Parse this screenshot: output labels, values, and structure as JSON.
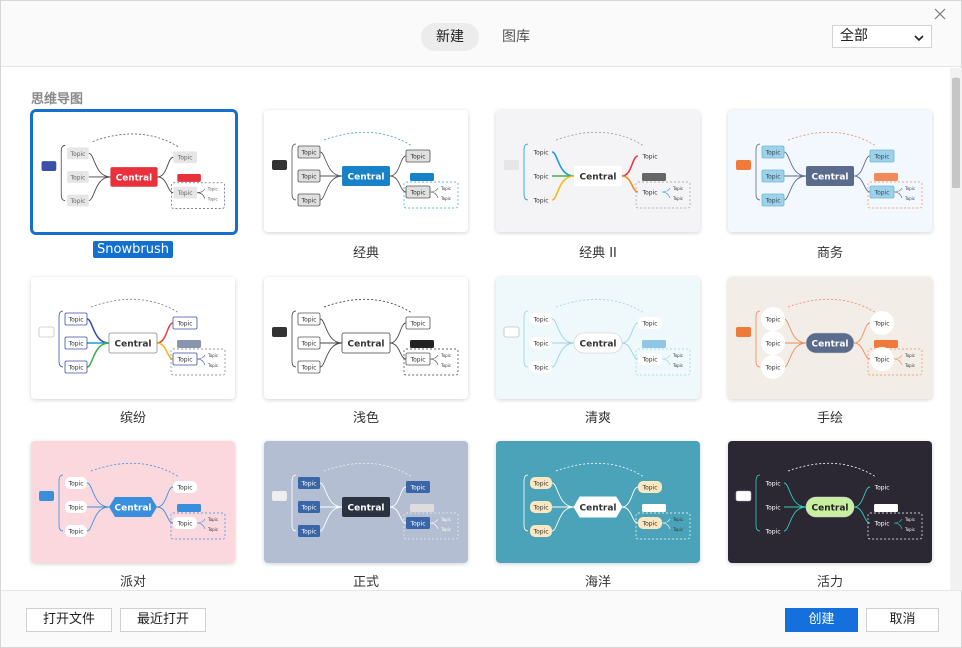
{
  "header": {
    "tabs": [
      {
        "label": "新建"
      },
      {
        "label": "图库"
      }
    ],
    "filter": {
      "selected": "全部"
    }
  },
  "section": {
    "title": "思维导图"
  },
  "templates": [
    {
      "label": "Snowbrush",
      "selected": true
    },
    {
      "label": "经典"
    },
    {
      "label": "经典 II"
    },
    {
      "label": "商务"
    },
    {
      "label": "缤纷"
    },
    {
      "label": "浅色"
    },
    {
      "label": "清爽"
    },
    {
      "label": "手绘"
    },
    {
      "label": "派对"
    },
    {
      "label": "正式"
    },
    {
      "label": "海洋"
    },
    {
      "label": "活力"
    }
  ],
  "thumbnail_text": {
    "central": "Central",
    "topic": "Topic",
    "subtopic": "Topic"
  },
  "footer": {
    "open_file": "打开文件",
    "recent": "最近打开",
    "create": "创建",
    "cancel": "取消"
  },
  "colors": {
    "accent": "#1470dc",
    "selected_border": "#1470cc"
  }
}
